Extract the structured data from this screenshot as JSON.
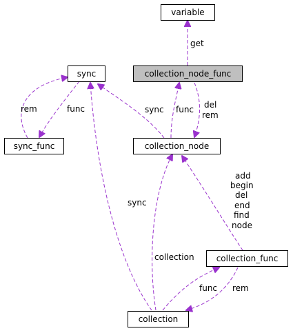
{
  "nodes": {
    "variable": "variable",
    "collection_node_func": "collection_node_func",
    "sync": "sync",
    "sync_func": "sync_func",
    "collection_node": "collection_node",
    "collection_func": "collection_func",
    "collection": "collection"
  },
  "edges": {
    "get": "get",
    "rem_self": "rem",
    "func_sync": "func",
    "sync_cn": "sync",
    "func_cn": "func",
    "del": "del",
    "rem_cnf": "rem",
    "sync_coll": "sync",
    "collection_label": "collection",
    "add_list": [
      "add",
      "begin",
      "del",
      "end",
      "find",
      "node"
    ],
    "func_coll": "func",
    "rem_coll": "rem"
  },
  "colors": {
    "edge": "#9a32cd",
    "highlight_fill": "#bfbfbf"
  }
}
